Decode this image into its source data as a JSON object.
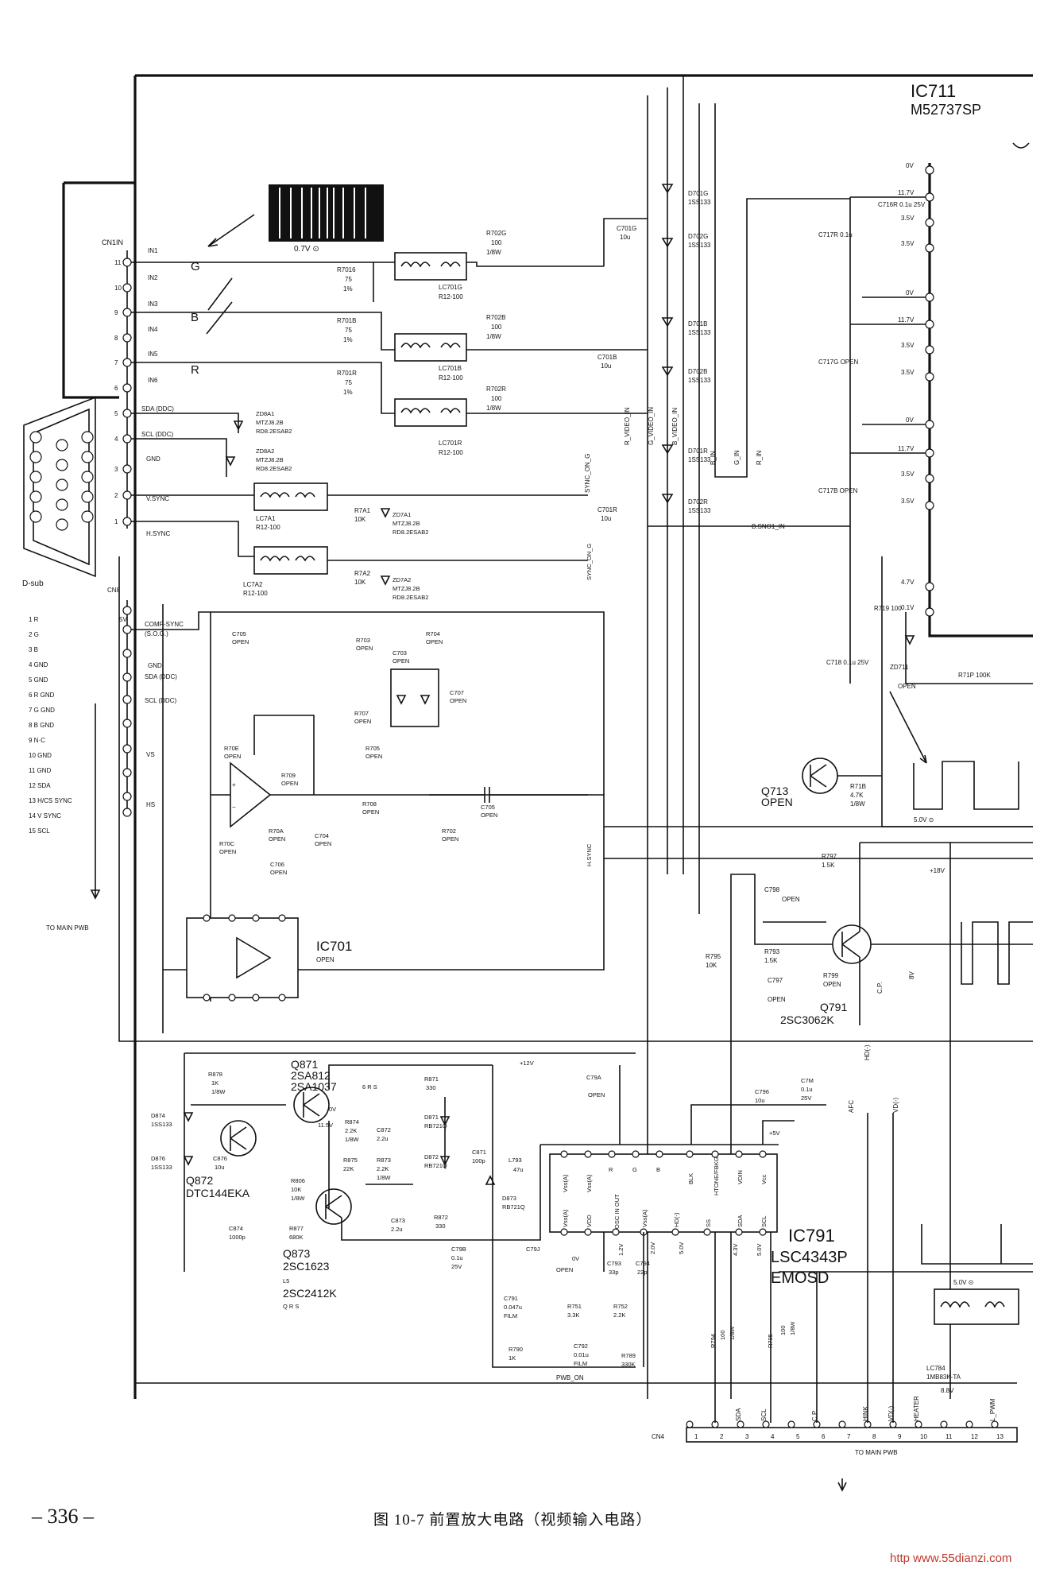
{
  "figure": {
    "page_number": "– 336 –",
    "caption": "图 10-7   前置放大电路（视频输入电路）",
    "watermark": "http www.55dianzi.com"
  },
  "waveform": {
    "label": "0.7V ⊙"
  },
  "dsub": {
    "title": "D-sub",
    "pins": [
      "1  R",
      "2  G",
      "3  B",
      "4  GND",
      "5  GND",
      "6  R GND",
      "7  G GND",
      "8  B GND",
      "9  N·C",
      "10  GND",
      "11  GND",
      "12  SDA",
      "13  H/CS SYNC",
      "14  V SYNC",
      "15  SCL"
    ]
  },
  "connector_cn1": {
    "name": "CN1IN",
    "pins": [
      {
        "num": "11",
        "label": "IN1"
      },
      {
        "num": "10",
        "label": "IN2"
      },
      {
        "num": "9",
        "label": "IN3"
      },
      {
        "num": "8",
        "label": "IN4"
      },
      {
        "num": "7",
        "label": "IN5"
      },
      {
        "num": "6",
        "label": "IN6"
      },
      {
        "num": "5",
        "label": "SDA (DDC)"
      },
      {
        "num": "4",
        "label": "SCL (DDC)"
      },
      {
        "num": "3",
        "label": "GND"
      },
      {
        "num": "2",
        "label": "V.SYNC"
      },
      {
        "num": "1",
        "label": "H.SYNC"
      }
    ],
    "signals": [
      "G",
      "B",
      "R"
    ]
  },
  "connector_cn8": {
    "name": "CN8",
    "labels": [
      "5V",
      "COMP-SYNC",
      "(S.O.G.)",
      "GND",
      "SDA (DDC)",
      "SCL (DDC)",
      "VS",
      "HS"
    ],
    "note": "TO MAIN PWB"
  },
  "input_network": [
    {
      "res": "R7016",
      "res_val": "75",
      "tol": "1%",
      "filter": "LC701G",
      "filter_val": "R12-100",
      "series": "R702G",
      "series_val": "100",
      "watt": "1/8W"
    },
    {
      "res": "R701B",
      "res_val": "75",
      "tol": "1%",
      "filter": "LC701B",
      "filter_val": "R12-100",
      "series": "R702B",
      "series_val": "100",
      "watt": "1/8W"
    },
    {
      "res": "R701R",
      "res_val": "75",
      "tol": "1%",
      "filter": "LC701R",
      "filter_val": "R12-100",
      "series": "R702R",
      "series_val": "100",
      "watt": "1/8W"
    }
  ],
  "protection": [
    {
      "name": "ZD8A1",
      "part": "MTZJ8.2B",
      "alt": "RD8.2ESAB2"
    },
    {
      "name": "ZD8A2",
      "part": "MTZJ8.2B",
      "alt": "RD8.2ESAB2"
    },
    {
      "name": "ZD7A1",
      "part": "MTZJ8.2B",
      "alt": "RD8.2ESAB2"
    },
    {
      "name": "ZD7A2",
      "part": "MTZJ8.2B",
      "alt": "RD8.2ESAB2"
    }
  ],
  "sync_filters": [
    {
      "name": "LC7A1",
      "val": "R12-100",
      "res": "R7A1",
      "res_val": "10K"
    },
    {
      "name": "LC7A2",
      "val": "R12-100",
      "res": "R7A2",
      "res_val": "10K"
    }
  ],
  "sync_section": {
    "labels": [
      "C705",
      "OPEN",
      "R703",
      "OPEN",
      "C703",
      "OPEN",
      "R704",
      "OPEN",
      "R707",
      "OPEN",
      "C707",
      "OPEN",
      "R705",
      "OPEN",
      "R70E",
      "OPEN",
      "R709",
      "OPEN",
      "R70A",
      "OPEN",
      "C704",
      "OPEN",
      "R70C",
      "OPEN",
      "C706",
      "OPEN",
      "R708",
      "OPEN",
      "C705",
      "OPEN",
      "R702",
      "OPEN"
    ],
    "sync_line": "SYNC_ON_G",
    "h_sync": "H.SYNC"
  },
  "ic701": {
    "name": "IC701",
    "status": "OPEN"
  },
  "ic711": {
    "name": "IC711",
    "part": "M52737SP",
    "pin_labels": [
      "0V",
      "11.7V",
      "3.5V",
      "3.5V",
      "0V",
      "11.7V",
      "3.5V",
      "3.5V",
      "0V",
      "11.7V",
      "3.5V",
      "3.5V",
      "4.7V",
      "0.1V"
    ],
    "caps": [
      "C716R 0.1u 25V",
      "C717R 0.1u",
      "C717G OPEN",
      "C717B OPEN",
      "C718 0.1u 25V"
    ],
    "notes": [
      "R719 100",
      "ZD711",
      "OPEN",
      "R71P 100K"
    ]
  },
  "diodes_top": [
    {
      "name": "D701G",
      "part": "1SS133"
    },
    {
      "name": "D702G",
      "part": "1SS133"
    },
    {
      "name": "D701B",
      "part": "1SS133"
    },
    {
      "name": "D702B",
      "part": "1SS133"
    },
    {
      "name": "D701R",
      "part": "1SS133"
    },
    {
      "name": "D702R",
      "part": "1SS133"
    }
  ],
  "coupling_caps": [
    {
      "name": "C701G",
      "val": "10u"
    },
    {
      "name": "C701B",
      "val": "10u"
    },
    {
      "name": "C701R",
      "val": "10u"
    }
  ],
  "bus_labels": [
    "R_VIDEO_IN",
    "G_VIDEO_IN",
    "B_VIDEO_IN",
    "B_IN",
    "G_IN",
    "R_IN",
    "B.SNO1_IN",
    "SYNC_ON_G"
  ],
  "q713": {
    "name": "Q713",
    "status": "OPEN",
    "res": "R71B",
    "res_val": "4.7K",
    "watt": "1/8W",
    "wave": "5.0V ⊙"
  },
  "q791": {
    "name": "Q791",
    "part": "2SC3062K",
    "labels": [
      "R797",
      "1.5K",
      "C798",
      "OPEN",
      "R793",
      "1.5K",
      "C797",
      "OPEN",
      "R799",
      "OPEN",
      "R795",
      "10K",
      "+18V",
      "C.P.",
      "AFC",
      "VD(-)",
      "HD(-)",
      "8V",
      "5.0V ⊙"
    ]
  },
  "q871": {
    "name": "Q871",
    "part": "2SA812",
    "alt": "2SA1037",
    "grade": "6 R S",
    "labels": [
      "R878",
      "1K",
      "1/8W",
      "D874",
      "1SS133",
      "D876",
      "1SS133",
      "C876",
      "10u",
      "R874",
      "2.2K",
      "1/8W",
      "C872",
      "2.2u",
      "R875",
      "22K",
      "R873",
      "2.2K",
      "1/8W",
      "R871",
      "330",
      "D871",
      "RB721Q",
      "D872",
      "RB721Q",
      "C871",
      "100p",
      "R806",
      "10K",
      "1/8W",
      "C874",
      "1000p",
      "R877",
      "680K",
      "C873",
      "2.2u",
      "R872",
      "330",
      "D873",
      "RB721Q",
      "0V",
      "11.5V",
      "+12V"
    ]
  },
  "q872": {
    "name": "Q872",
    "part": "DTC144EKA"
  },
  "q873": {
    "name": "Q873",
    "part": "2SC1623",
    "alt": "2SC2412K",
    "grade": "Q R S",
    "note": "L5"
  },
  "ic791": {
    "name": "IC791",
    "part": "LSC4343P",
    "func": "EMOSD",
    "top_pins": [
      "Vss(A)",
      "Vss(A)",
      "R",
      "G",
      "B",
      "BLK",
      "HTONE/FBKG",
      "VDIN",
      "Vcc"
    ],
    "bottom_pins": [
      "Vss(A)",
      "VDD",
      "OSC IN OUT",
      "Vss(A)",
      "HD(-)",
      "SS",
      "SDA",
      "SCL"
    ],
    "labels": [
      "+5V",
      "L793",
      "47u",
      "C79A",
      "OPEN",
      "C796",
      "10u",
      "C7M",
      "0.1u",
      "25V",
      "C79B",
      "0.1u",
      "25V",
      "C79J",
      "OPEN",
      "C793",
      "33p",
      "C794",
      "22p",
      "C791",
      "0.047u",
      "FILM",
      "R751",
      "3.3K",
      "R752",
      "2.2K",
      "R790",
      "1K",
      "C792",
      "0.01u",
      "FILM",
      "R789",
      "330K",
      "R794",
      "100",
      "1/8W",
      "R795",
      "100",
      "1/8W",
      "0V",
      "1.2V",
      "2.0V",
      "5.0V",
      "4.3V",
      "5.0V"
    ]
  },
  "cn4": {
    "name": "CN4",
    "pins": [
      "1",
      "2",
      "3",
      "4",
      "5",
      "6",
      "7",
      "8",
      "9",
      "10",
      "11",
      "12",
      "13"
    ],
    "labels": [
      "SDA",
      "SCL",
      "C.P.",
      "HINK",
      "VD(-)",
      "HEATER",
      "L_PWM"
    ],
    "notes": [
      "PWB_ON",
      "TO MAIN PWB",
      "LC784",
      "1MB83K-TA",
      "8.8V"
    ]
  }
}
